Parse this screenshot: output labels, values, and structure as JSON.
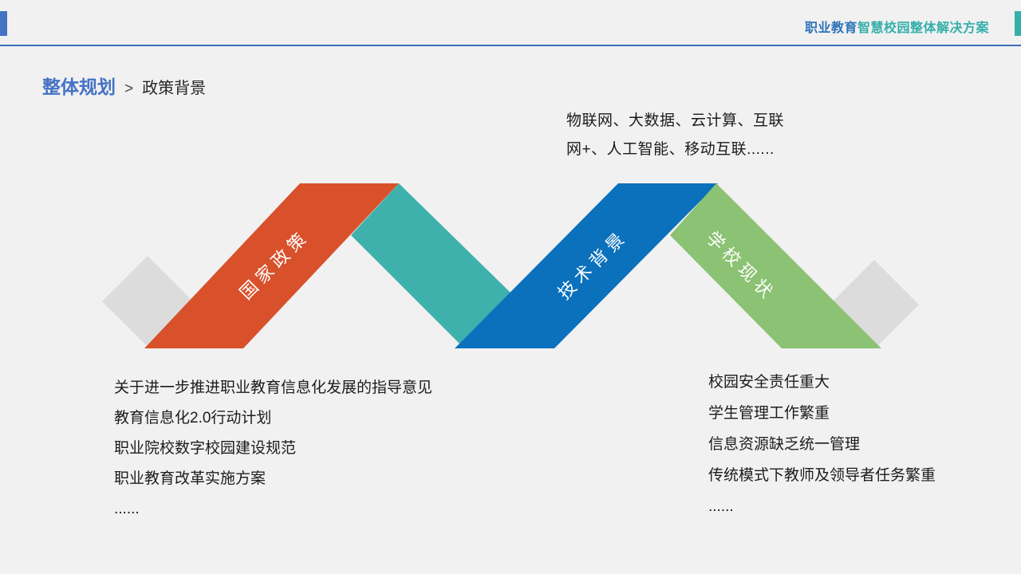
{
  "header": {
    "title_part1": "职业教育",
    "title_part2": "智慧校园整体解决方案",
    "colors": {
      "title_part1": "#2E74B8",
      "title_part2": "#35AFA9",
      "left_accent_bar": "#4472C4",
      "right_accent_bar": "#35AFA9",
      "divider_line": "#3B6FB6"
    }
  },
  "breadcrumb": {
    "section": "整体规划",
    "separator": ">",
    "page": "政策背景"
  },
  "tech_note": {
    "line1": "物联网、大数据、云计算、互联",
    "line2": "网+、人工智能、移动互联......"
  },
  "diagram": {
    "ribbons": [
      {
        "label": "国家政策",
        "color": "#D8512B"
      },
      {
        "label": "技术背景",
        "color": "#0B71BD"
      },
      {
        "label": "学校现状",
        "color": "#8BC273"
      }
    ],
    "connector_color": "#3FB1AC",
    "diamond_color": "#DCDCDD",
    "background_color": "#F1F1F2"
  },
  "policy_list": {
    "items": [
      "关于进一步推进职业教育信息化发展的指导意见",
      "教育信息化2.0行动计划",
      "职业院校数字校园建设规范",
      "职业教育改革实施方案",
      "......"
    ]
  },
  "school_list": {
    "items": [
      "校园安全责任重大",
      "学生管理工作繁重",
      "信息资源缺乏统一管理",
      "传统模式下教师及领导者任务繁重",
      "......"
    ]
  }
}
